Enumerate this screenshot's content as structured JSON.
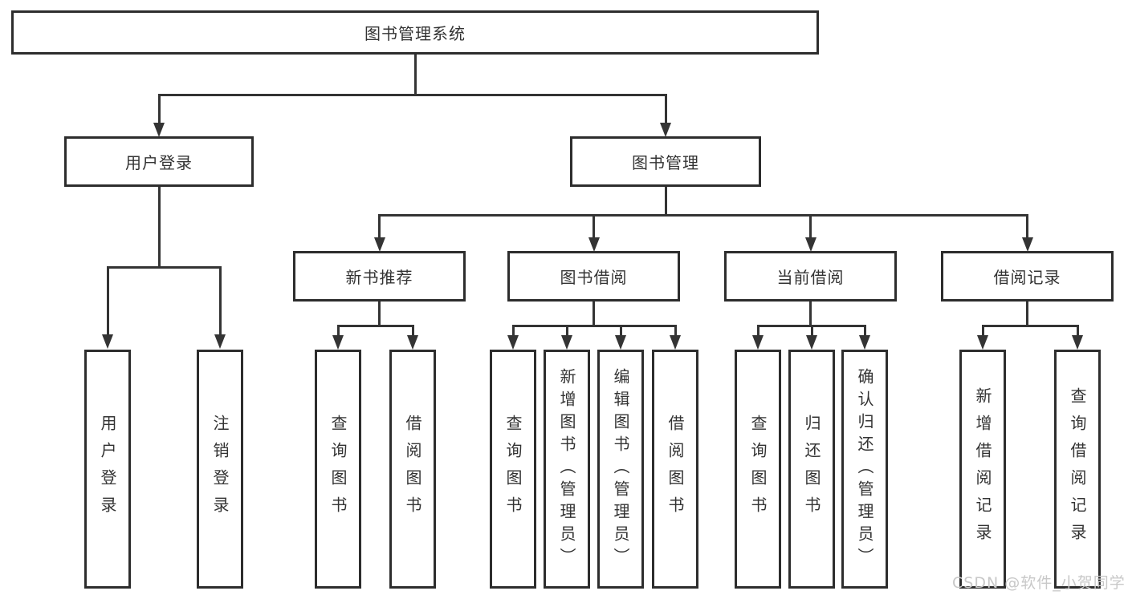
{
  "colors": {
    "line": "#343434",
    "box_border": "#2d2d2d",
    "text": "#333333",
    "watermark": "#c8c8c8",
    "background": "#ffffff"
  },
  "watermark": {
    "text": "CSDN @软件_小贺同学"
  },
  "tree": {
    "root": {
      "label": "图书管理系统"
    },
    "user_login": {
      "label": "用户登录",
      "children": [
        {
          "label": "用户登录"
        },
        {
          "label": "注销登录"
        }
      ]
    },
    "book_management": {
      "label": "图书管理",
      "sections": [
        {
          "label": "新书推荐",
          "children": [
            {
              "label": "查询图书"
            },
            {
              "label": "借阅图书"
            }
          ]
        },
        {
          "label": "图书借阅",
          "children": [
            {
              "label": "查询图书"
            },
            {
              "label": "新增图书（管理员）"
            },
            {
              "label": "编辑图书（管理员）"
            },
            {
              "label": "借阅图书"
            }
          ]
        },
        {
          "label": "当前借阅",
          "children": [
            {
              "label": "查询图书"
            },
            {
              "label": "归还图书"
            },
            {
              "label": "确认归还（管理员）"
            }
          ]
        },
        {
          "label": "借阅记录",
          "children": [
            {
              "label": "新增借阅记录"
            },
            {
              "label": "查询借阅记录"
            }
          ]
        }
      ]
    }
  }
}
